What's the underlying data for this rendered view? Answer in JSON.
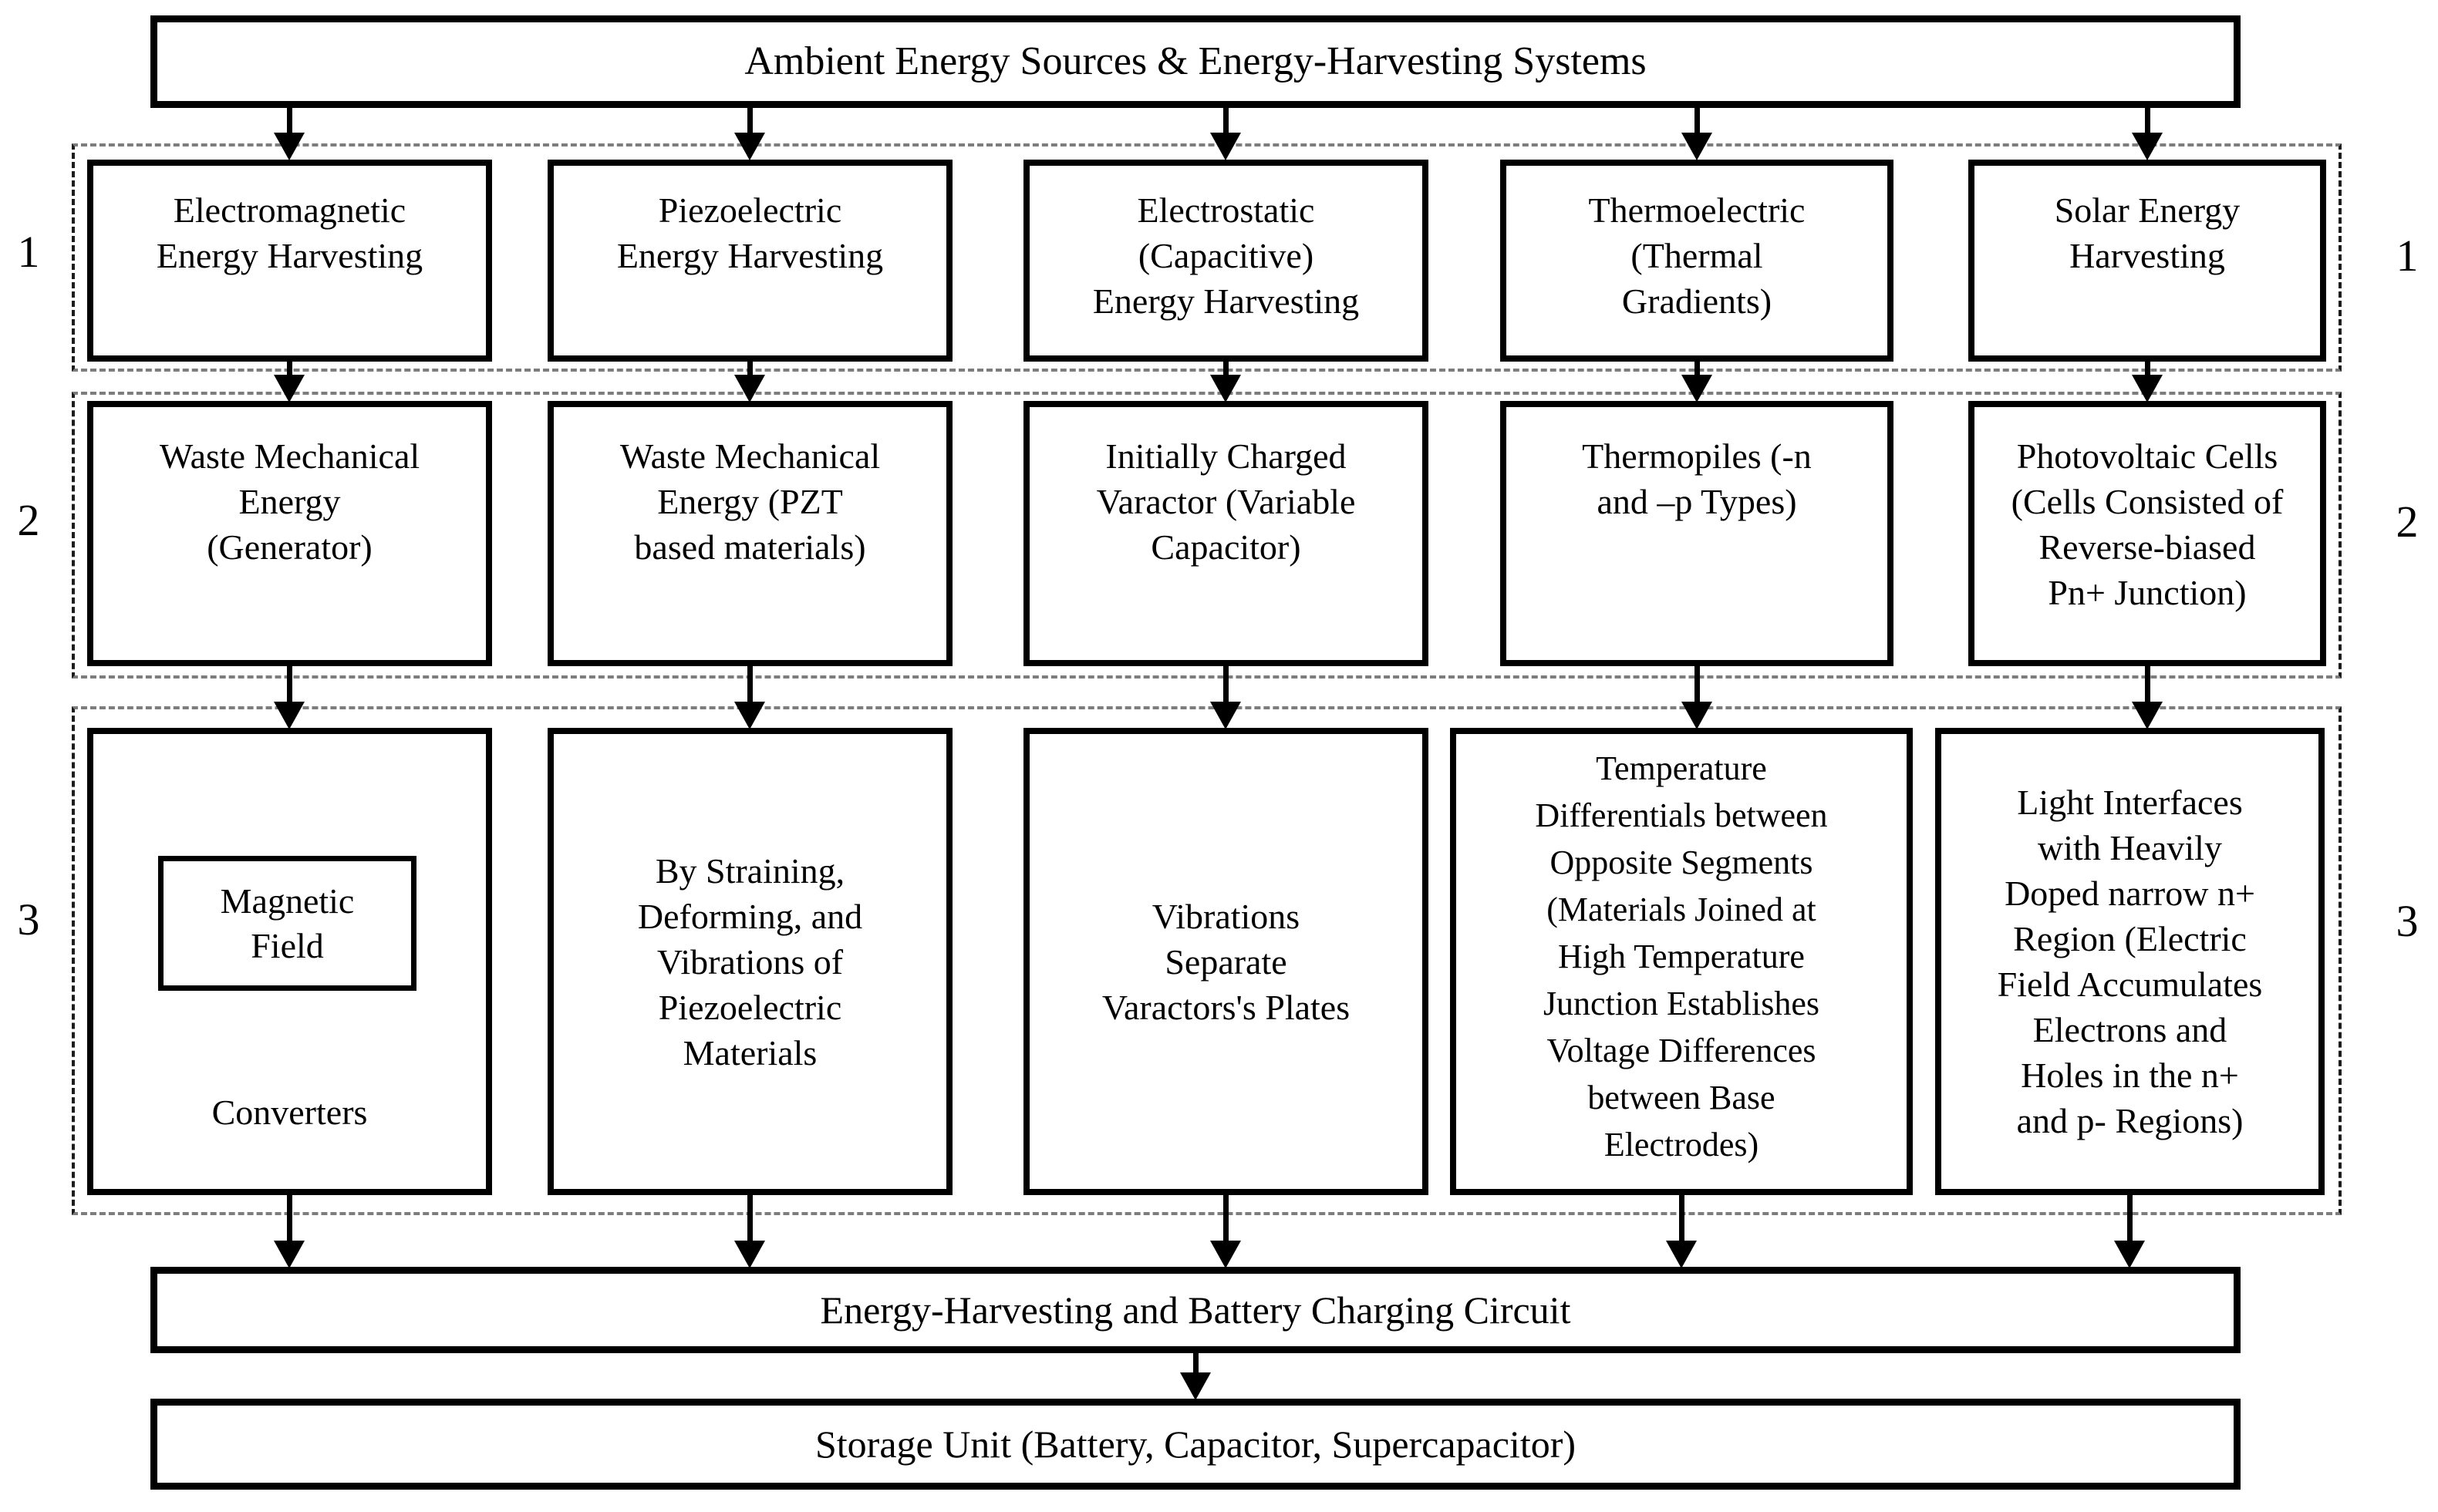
{
  "diagram": {
    "title": "Ambient Energy Sources & Energy-Harvesting Systems",
    "row_labels_left": [
      "1",
      "2",
      "3"
    ],
    "row_labels_right": [
      "1",
      "2",
      "3"
    ],
    "row1": {
      "electromagnetic": "Electromagnetic\nEnergy Harvesting",
      "piezoelectric": "Piezoelectric\nEnergy Harvesting",
      "electrostatic": "Electrostatic\n(Capacitive)\nEnergy Harvesting",
      "thermoelectric": "Thermoelectric\n(Thermal\nGradients)",
      "solar": "Solar Energy\nHarvesting"
    },
    "row2": {
      "generator": "Waste Mechanical\nEnergy\n(Generator)",
      "pzt": "Waste Mechanical\nEnergy (PZT\nbased materials)",
      "varactor": "Initially Charged\nVaractor (Variable\nCapacitor)",
      "thermopiles": "Thermopiles (-n\nand –p Types)",
      "photovoltaic": "Photovoltaic Cells\n(Cells Consisted of\nReverse-biased\nPn+ Junction)"
    },
    "row3": {
      "magnetic_field": "Magnetic\nField",
      "converters": "Converters",
      "straining": "By Straining,\nDeforming, and\nVibrations of\nPiezoelectric\nMaterials",
      "vibrations": "Vibrations\nSeparate\nVaractors's Plates",
      "temperature": "Temperature\nDifferentials between\nOpposite Segments\n(Materials Joined at\nHigh Temperature\nJunction Establishes\nVoltage Differences\nbetween Base\nElectrodes)",
      "light": "Light Interfaces\nwith Heavily\nDoped narrow n+\nRegion (Electric\nField Accumulates\nElectrons and\nHoles in the n+\nand p- Regions)"
    },
    "charging": "Energy-Harvesting and Battery Charging Circuit",
    "storage": "Storage Unit (Battery, Capacitor, Supercapacitor)"
  }
}
